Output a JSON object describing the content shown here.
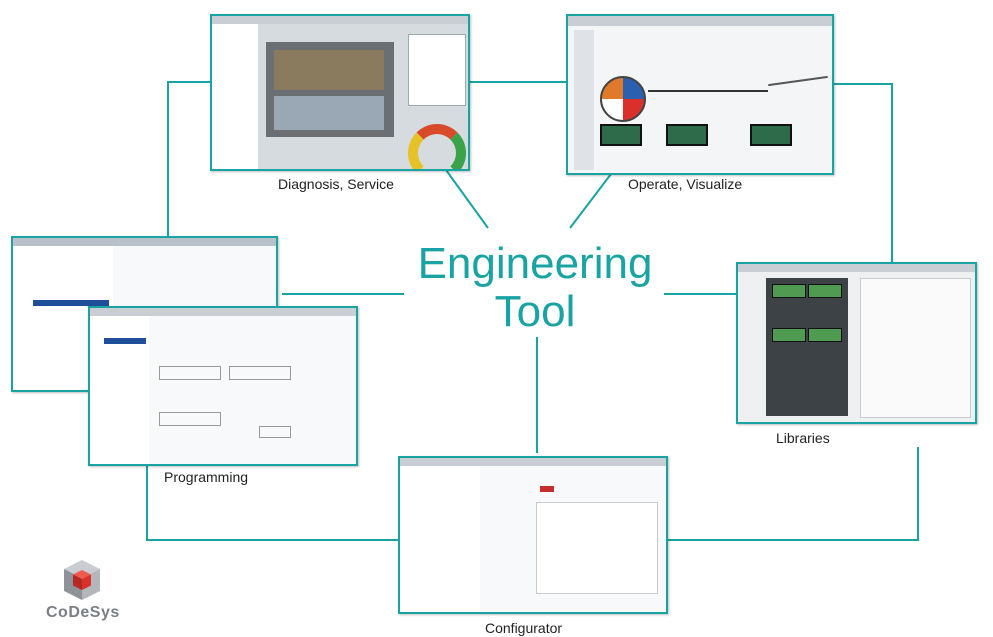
{
  "diagram": {
    "center_title_line1": "Engineering",
    "center_title_line2": "Tool",
    "nodes": [
      {
        "id": "diagnosis",
        "label": "Diagnosis, Service"
      },
      {
        "id": "operate",
        "label": "Operate, Visualize"
      },
      {
        "id": "libraries",
        "label": "Libraries"
      },
      {
        "id": "configurator",
        "label": "Configurator"
      },
      {
        "id": "programming",
        "label": "Programming"
      }
    ]
  },
  "logo": {
    "text": "CoDeSys"
  },
  "colors": {
    "accent": "#1aa3a3",
    "logo_red": "#d9302c",
    "logo_gray": "#9a9ea3"
  }
}
